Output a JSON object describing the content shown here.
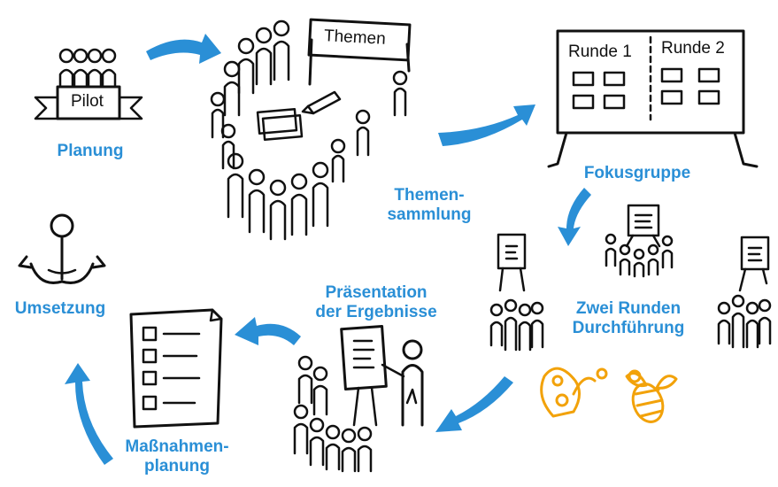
{
  "labels": {
    "planung": "Planung",
    "themensammlung_1": "Themen-",
    "themensammlung_2": "sammlung",
    "fokusgruppe": "Fokusgruppe",
    "durchfuehrung_1": "Zwei Runden",
    "durchfuehrung_2": "Durchführung",
    "praesentation_1": "Präsentation",
    "praesentation_2": "der Ergebnisse",
    "massnahmen_1": "Maßnahmen-",
    "massnahmen_2": "planung",
    "umsetzung": "Umsetzung"
  },
  "sketch_text": {
    "pilot": "Pilot",
    "themen": "Themen",
    "runde_1": "Runde 1",
    "runde_2": "Runde 2"
  },
  "colors": {
    "accent": "#2a8fd6",
    "ink": "#111111",
    "bee": "#f2a20a"
  }
}
